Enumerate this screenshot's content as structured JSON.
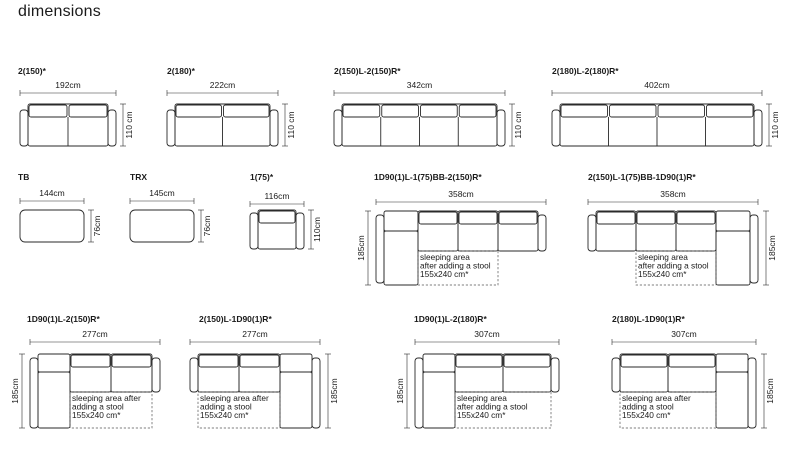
{
  "title": "dimensions",
  "units": {
    "cm": "cm",
    "space_cm": " cm"
  },
  "sleeping": {
    "split_a": [
      "sleeping area",
      "after adding a stool",
      "155x240 cm*"
    ],
    "split_b": [
      "sleeping area after",
      "adding a stool",
      "155x240 cm*"
    ]
  },
  "items": [
    {
      "label": "2(150)*",
      "width": "192cm",
      "depth": "110 cm"
    },
    {
      "label": "2(180)*",
      "width": "222cm",
      "depth": "110 cm"
    },
    {
      "label": "2(150)L-2(150)R*",
      "width": "342cm",
      "depth": "110 cm"
    },
    {
      "label": "2(180)L-2(180)R*",
      "width": "402cm",
      "depth": "110 cm"
    },
    {
      "label": "TB",
      "width": "144cm",
      "depth": "76cm"
    },
    {
      "label": "TRX",
      "width": "145cm",
      "depth": "76cm"
    },
    {
      "label": "1(75)*",
      "width": "116cm",
      "depth": "110cm"
    },
    {
      "label": "1D90(1)L-1(75)BB-2(150)R*",
      "width": "358cm",
      "depth": "185cm"
    },
    {
      "label": "2(150)L-1(75)BB-1D90(1)R*",
      "width": "358cm",
      "depth": "185cm"
    },
    {
      "label": "1D90(1)L-2(150)R*",
      "width": "277cm",
      "depth": "185cm"
    },
    {
      "label": "2(150)L-1D90(1)R*",
      "width": "277cm",
      "depth": "185cm"
    },
    {
      "label": "1D90(1)L-2(180)R*",
      "width": "307cm",
      "depth": "185cm"
    },
    {
      "label": "2(180)L-1D90(1)R*",
      "width": "307cm",
      "depth": "185cm"
    }
  ]
}
